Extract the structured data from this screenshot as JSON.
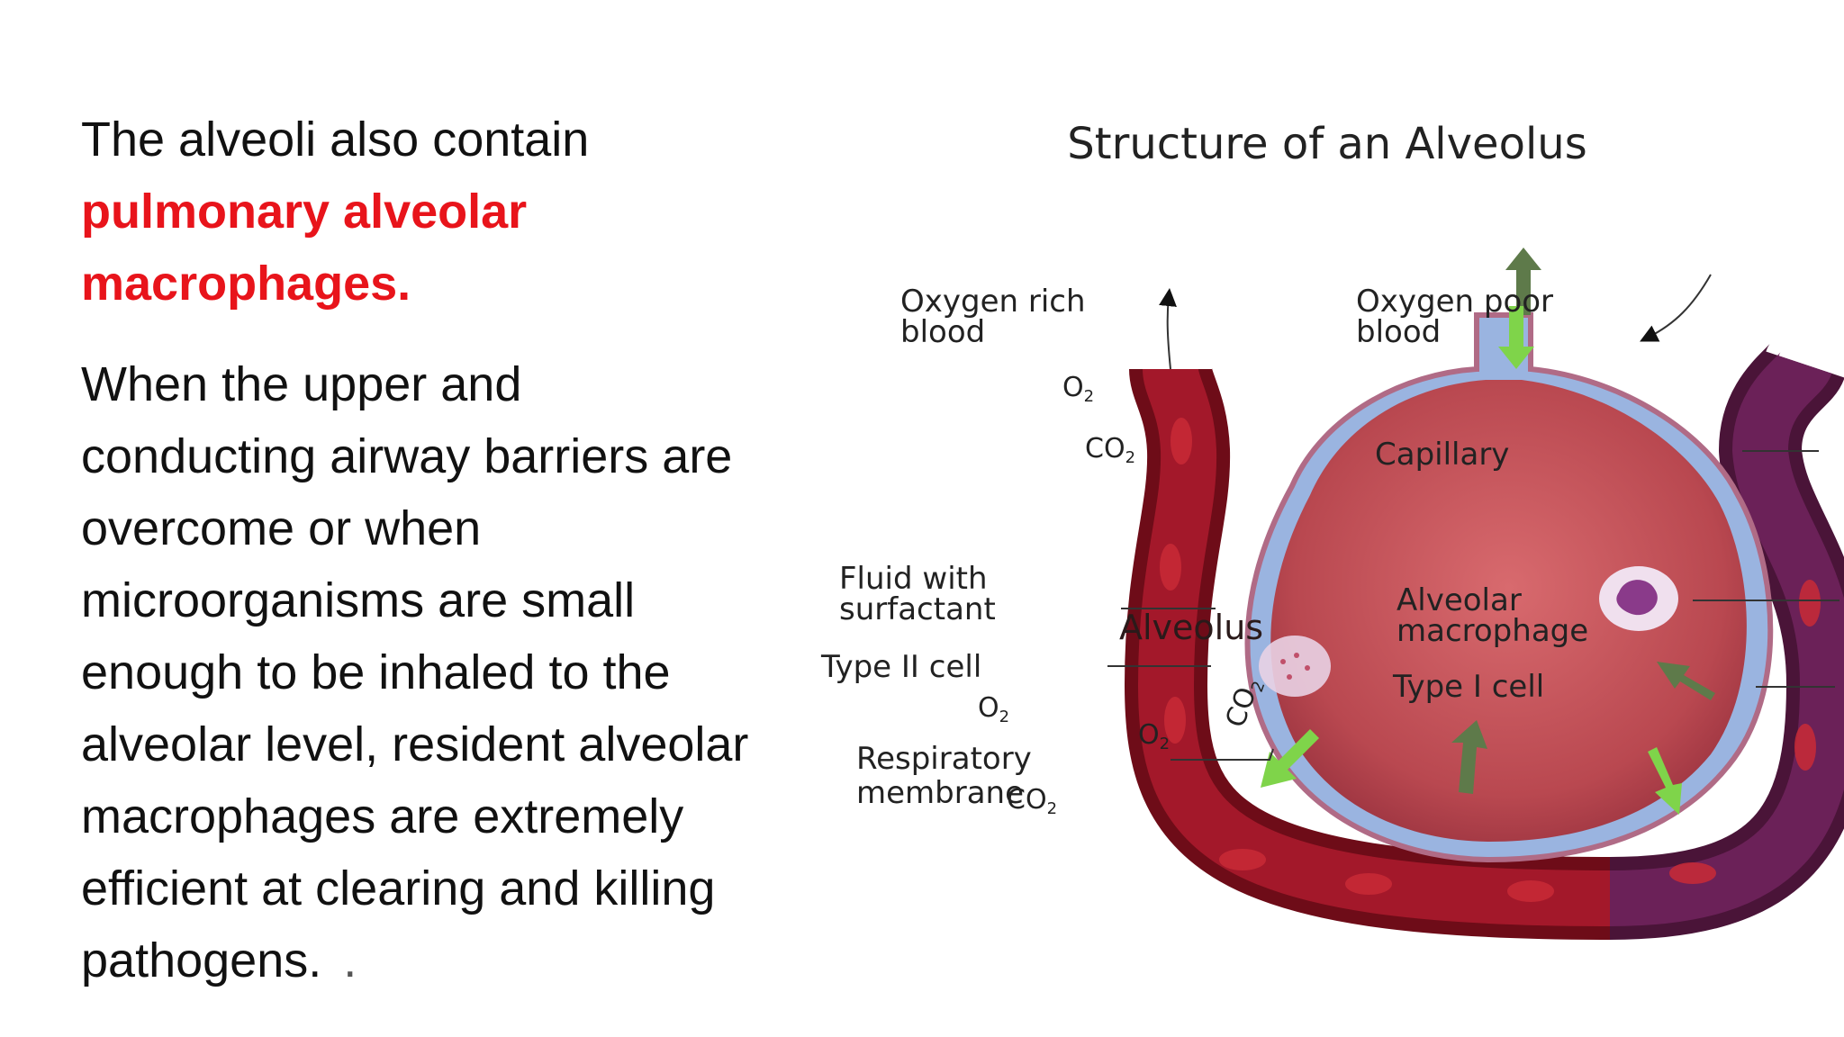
{
  "slide": {
    "intro_line": "The alveoli also contain",
    "highlight_line1": "pulmonary alveolar",
    "highlight_line2": "macrophages.",
    "body_lines": [
      "When the upper and",
      "conducting airway barriers are",
      "overcome or when",
      "microorganisms are small",
      "enough to be inhaled to the",
      "alveolar level, resident alveolar",
      "macrophages are extremely",
      "efficient at clearing and killing",
      "pathogens."
    ],
    "trailing_dot": ".",
    "highlight_color": "#e8141b"
  },
  "figure": {
    "title": "Structure of an Alveolus",
    "labels": {
      "oxygen_rich_1": "Oxygen rich",
      "oxygen_rich_2": "blood",
      "oxygen_poor_1": "Oxygen poor",
      "oxygen_poor_2": "blood",
      "capillary": "Capillary",
      "fluid_1": "Fluid with",
      "fluid_2": "surfactant",
      "alveolus": "Alveolus",
      "macrophage_1": "Alveolar",
      "macrophage_2": "macrophage",
      "type2": "Type II cell",
      "type1": "Type I cell",
      "resp_1": "Respiratory",
      "resp_2": "membrane",
      "o2": "O",
      "co2": "CO",
      "sub2": "2"
    },
    "colors": {
      "oxygen_rich_vessel": "#8e1420",
      "oxygen_poor_vessel": "#5a1a4a",
      "alveolus_fill": "#c4545a",
      "surfactant_layer": "#9ab4e0",
      "o2_arrow": "#7fd44a",
      "co2_arrow": "#5e7a4a"
    }
  }
}
